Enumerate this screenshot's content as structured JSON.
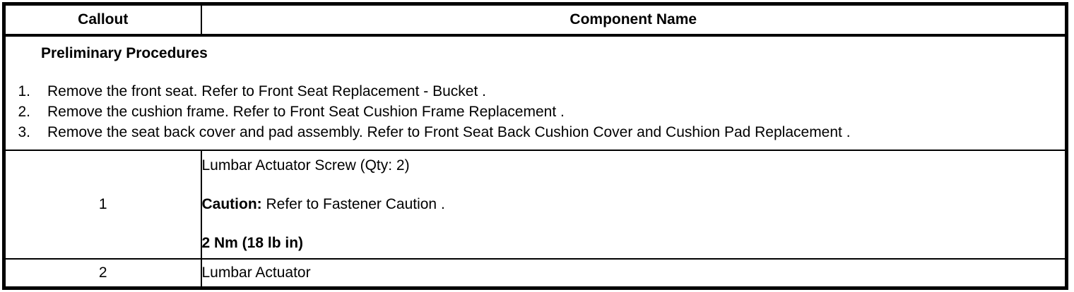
{
  "header": {
    "callout_label": "Callout",
    "component_label": "Component Name"
  },
  "preliminary": {
    "title": "Preliminary Procedures",
    "step_numbers": [
      "1.",
      "2.",
      "3."
    ],
    "steps": [
      "Remove the front seat. Refer to Front Seat Replacement - Bucket .",
      "Remove the cushion frame. Refer to Front Seat Cushion Frame Replacement .",
      "Remove the seat back cover and pad assembly. Refer to Front Seat Back Cushion Cover and Cushion Pad Replacement ."
    ]
  },
  "rows": [
    {
      "callout": "1",
      "component_name": "Lumbar Actuator Screw (Qty: 2)",
      "caution_label": "Caution:",
      "caution_text": " Refer to Fastener Caution .",
      "torque": "2 Nm (18 lb in)"
    },
    {
      "callout": "2",
      "component_name": "Lumbar Actuator"
    }
  ],
  "colors": {
    "border": "#000000",
    "background": "#ffffff",
    "text": "#000000"
  }
}
